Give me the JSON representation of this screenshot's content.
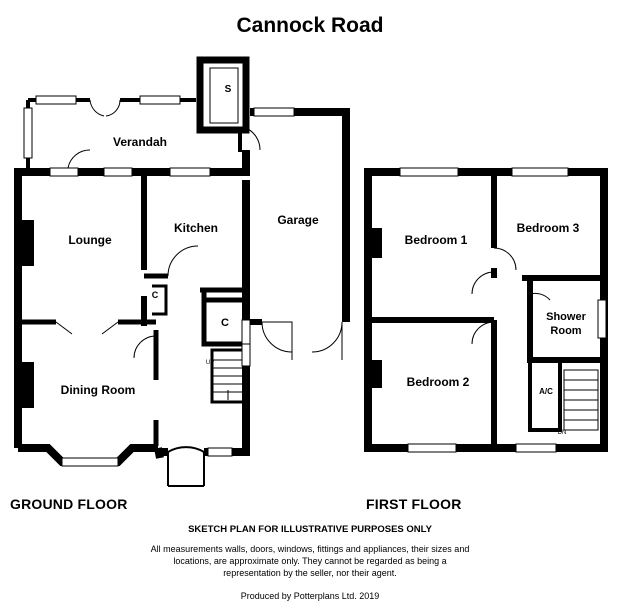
{
  "title": "Cannock Road",
  "ground_floor": {
    "label": "GROUND FLOOR",
    "rooms": {
      "verandah": "Verandah",
      "store": "S",
      "lounge": "Lounge",
      "kitchen": "Kitchen",
      "garage": "Garage",
      "dining_room": "Dining Room",
      "cupboard_1": "C",
      "cupboard_2": "C",
      "stairs_up": "UP"
    }
  },
  "first_floor": {
    "label": "FIRST FLOOR",
    "rooms": {
      "bedroom_1": "Bedroom 1",
      "bedroom_2": "Bedroom 2",
      "bedroom_3": "Bedroom 3",
      "shower_room_line1": "Shower",
      "shower_room_line2": "Room",
      "airing_cupboard": "A/C",
      "stairs_down": "DN"
    }
  },
  "disclaimer_heading": "SKETCH PLAN FOR ILLUSTRATIVE PURPOSES ONLY",
  "disclaimer": "All measurements walls, doors, windows, fittings and appliances, their sizes and locations, are approximate only. They cannot be regarded as being a representation by the seller, nor their agent.",
  "credit": "Produced by Potterplans Ltd. 2019",
  "colors": {
    "wall": "#000000",
    "window": "#ffffff",
    "background": "#ffffff"
  }
}
